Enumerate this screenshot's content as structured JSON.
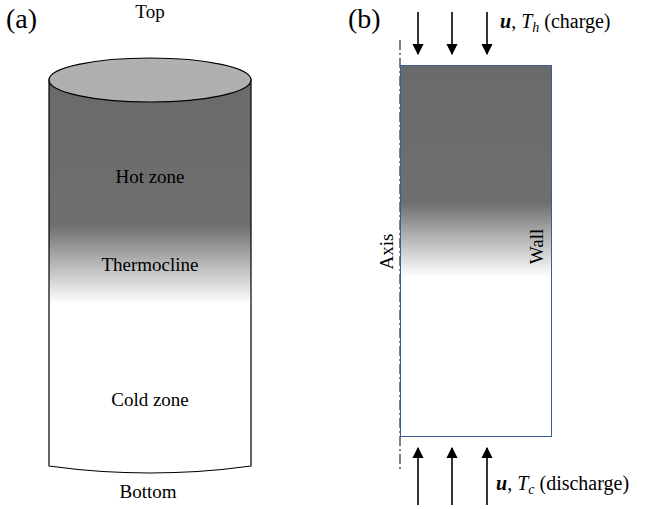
{
  "diagram": {
    "nodes": [
      {
        "text": [
          "Hot zone",
          "Thermocline",
          "Cold zone"
        ]
      },
      {
        "text": [
          "Axis",
          "Wall"
        ]
      }
    ],
    "labels": [
      "(a)",
      "Top",
      "Bottom",
      "(b)",
      "u, Th (charge)",
      "u, Tc (discharge)"
    ]
  }
}
